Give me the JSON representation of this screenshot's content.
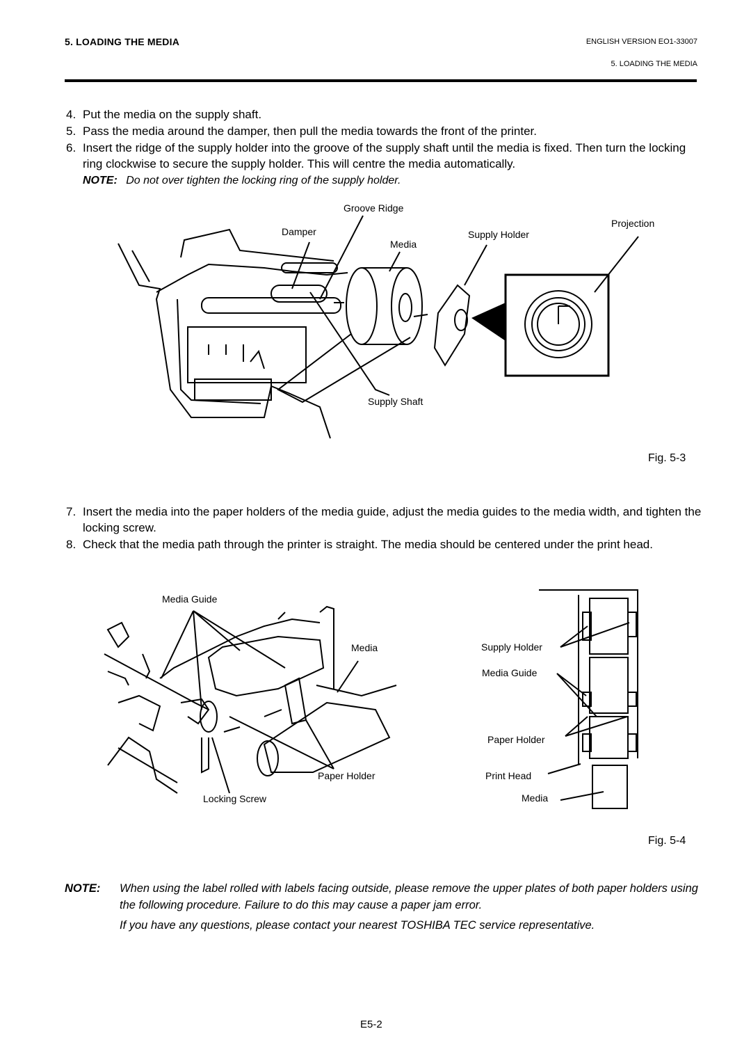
{
  "header": {
    "section_title": "5. LOADING THE MEDIA",
    "version": "ENGLISH VERSION EO1-33007",
    "section_ref": "5. LOADING THE MEDIA"
  },
  "steps_top": [
    {
      "num": "4.",
      "text": "Put the media on the supply shaft."
    },
    {
      "num": "5.",
      "text": "Pass the media around the damper, then pull the media towards the front of the printer."
    },
    {
      "num": "6.",
      "text": "Insert the ridge of the supply holder into the groove of the supply shaft until the media is fixed.  Then turn the locking ring clockwise to secure the supply holder.  This will centre the media automatically."
    }
  ],
  "note_top": {
    "label": "NOTE:",
    "text": "Do not over tighten the locking ring of the supply holder."
  },
  "fig3": {
    "caption": "Fig. 5-3",
    "labels": {
      "groove_ridge": "Groove Ridge",
      "damper": "Damper",
      "media": "Media",
      "supply_holder": "Supply Holder",
      "projection": "Projection",
      "supply_shaft": "Supply Shaft"
    }
  },
  "steps_bottom": [
    {
      "num": "7.",
      "text": "Insert the media into the paper holders of the media guide, adjust the media guides to the media width, and tighten the locking screw."
    },
    {
      "num": "8.",
      "text": "Check that the media path through the printer is straight.  The media should be centered under the print head."
    }
  ],
  "fig4": {
    "caption": "Fig. 5-4",
    "labels": {
      "media_guide": "Media Guide",
      "media": "Media",
      "paper_holder": "Paper Holder",
      "locking_screw": "Locking Screw",
      "r_supply_holder": "Supply Holder",
      "r_media_guide": "Media Guide",
      "r_paper_holder": "Paper Holder",
      "r_print_head": "Print Head",
      "r_media": "Media"
    }
  },
  "note_bottom": {
    "label": "NOTE:",
    "line1": "When using the label rolled with labels facing outside, please remove the upper plates of both paper holders using the following procedure.  Failure to do this may cause a paper jam error.",
    "line2": "If you have any questions, please contact your nearest TOSHIBA TEC service representative."
  },
  "footer": {
    "page_number": "E5-2"
  }
}
